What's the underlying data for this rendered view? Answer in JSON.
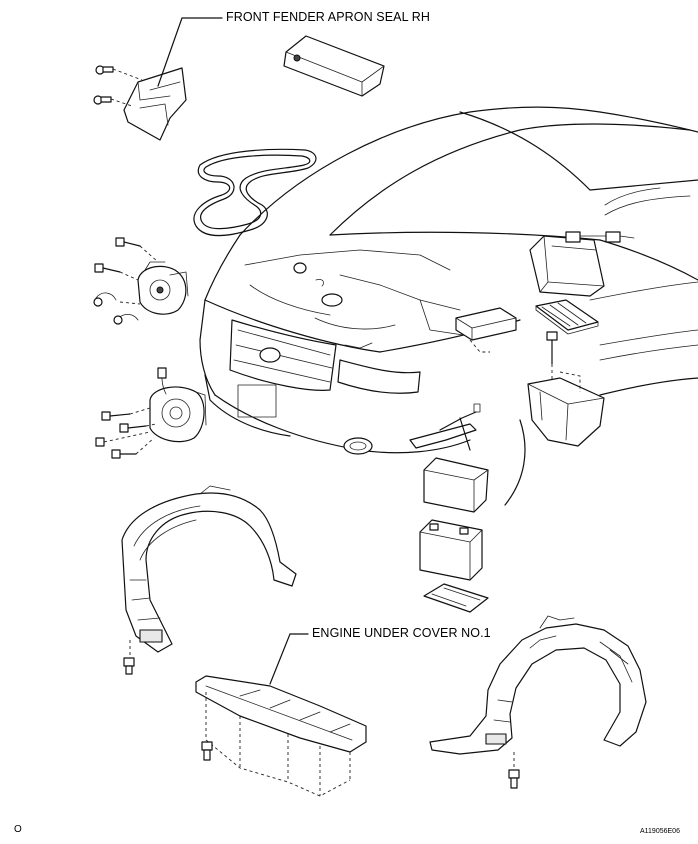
{
  "labels": {
    "front_fender_apron_seal": "FRONT FENDER APRON SEAL RH",
    "engine_under_cover": "ENGINE UNDER COVER NO.1"
  },
  "page_mark": "O",
  "figure_code": "A119056E06"
}
